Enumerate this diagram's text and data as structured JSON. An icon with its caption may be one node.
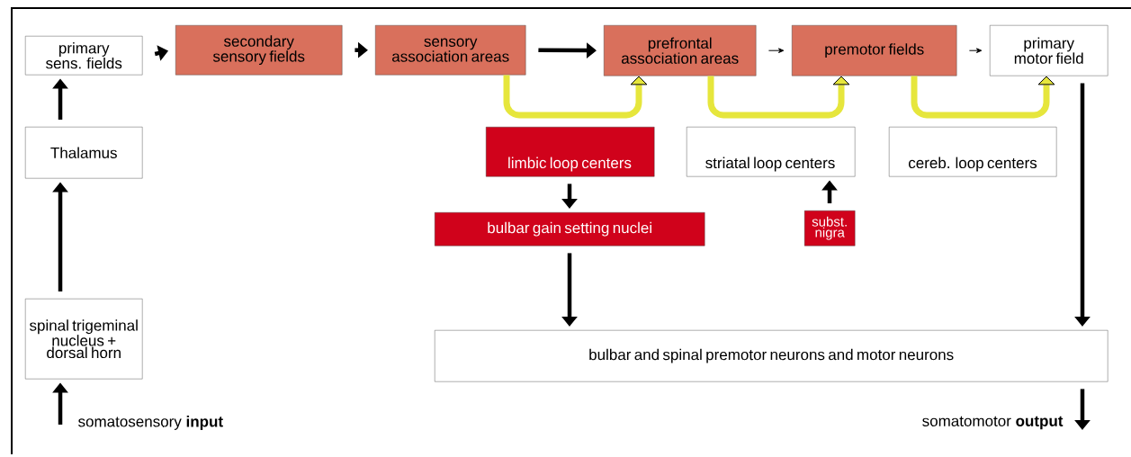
{
  "diagram": {
    "nodes": [
      {
        "text": [
          "primary sens. fields"
        ]
      },
      {
        "text": [
          "secondary sensory fields"
        ]
      },
      {
        "text": [
          "sensory association areas"
        ]
      },
      {
        "text": [
          "prefrontal association areas"
        ]
      },
      {
        "text": [
          "premotor fields"
        ]
      },
      {
        "text": [
          "primary motor field"
        ]
      },
      {
        "text": [
          "Thalamus"
        ]
      },
      {
        "text": [
          "spinal trigeminal nucleus + dorsal horn"
        ]
      },
      {
        "text": [
          "limbic loop centers"
        ]
      },
      {
        "text": [
          "striatal loop centers"
        ]
      },
      {
        "text": [
          "cereb. loop centers"
        ]
      },
      {
        "text": [
          "bulbar gain setting nuclei"
        ]
      },
      {
        "text": [
          "subst. nigra"
        ]
      },
      {
        "text": [
          "bulbar and spinal premotor neurons and motor neurons"
        ]
      }
    ],
    "edges": [
      {
        "from": 0,
        "to": 1,
        "arrow": "to"
      },
      {
        "from": 1,
        "to": 2,
        "arrow": "to"
      },
      {
        "from": 2,
        "to": 3,
        "arrow": "to"
      },
      {
        "from": 3,
        "to": 4,
        "arrow": "to"
      },
      {
        "from": 4,
        "to": 5,
        "arrow": "to"
      },
      {
        "from": 6,
        "to": 0,
        "arrow": "to"
      },
      {
        "from": 7,
        "to": 6,
        "arrow": "to"
      },
      {
        "from": null,
        "to": 7,
        "arrow": "to",
        "label": "somatosensory **input**"
      },
      {
        "from": 2,
        "to": 3,
        "arrow": "to",
        "color": "#e6e63c"
      },
      {
        "from": 3,
        "to": 4,
        "arrow": "to",
        "color": "#e6e63c"
      },
      {
        "from": 4,
        "to": 5,
        "arrow": "to",
        "color": "#e6e63c"
      },
      {
        "from": 8,
        "to": 11,
        "arrow": "to"
      },
      {
        "from": 12,
        "to": 9,
        "arrow": "to"
      },
      {
        "from": 11,
        "to": 13,
        "arrow": "to"
      },
      {
        "from": 5,
        "to": 13,
        "arrow": "to"
      },
      {
        "from": 13,
        "to": null,
        "arrow": "to",
        "label": "somatomotor **output**"
      }
    ]
  }
}
